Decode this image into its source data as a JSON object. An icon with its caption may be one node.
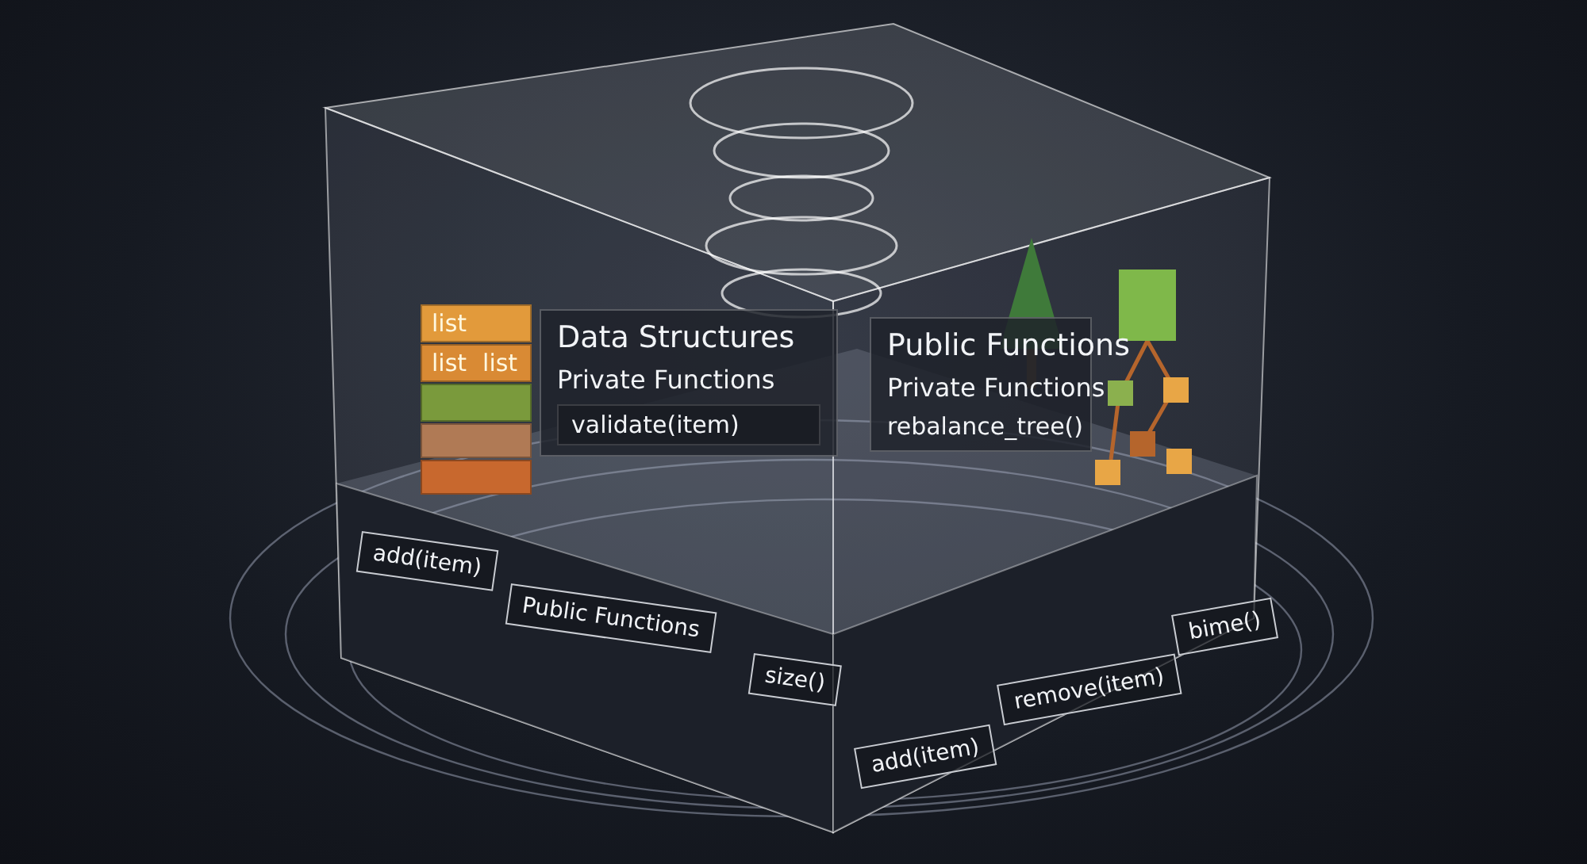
{
  "diagram": {
    "nodes": [
      {
        "text": [
          "Data Structures",
          "Private Functions"
        ]
      },
      {
        "text": [
          "validate(item)"
        ],
        "in": 0
      },
      {
        "text": [
          "Public Functions",
          "Private Functions",
          "rebalance_tree()"
        ]
      },
      {
        "text": [
          "list"
        ]
      },
      {
        "text": [
          "list",
          "list"
        ]
      },
      {
        "text": [],
        "shape": "box"
      },
      {
        "text": [],
        "shape": "box"
      },
      {
        "text": [],
        "shape": "box"
      },
      {
        "text": [
          "add(item)"
        ]
      },
      {
        "text": [
          "Public Functions"
        ]
      },
      {
        "text": [
          "size()"
        ]
      },
      {
        "text": [
          "add(item)"
        ]
      },
      {
        "text": [
          "remove(item)"
        ]
      },
      {
        "text": [
          "bime()"
        ]
      }
    ]
  }
}
